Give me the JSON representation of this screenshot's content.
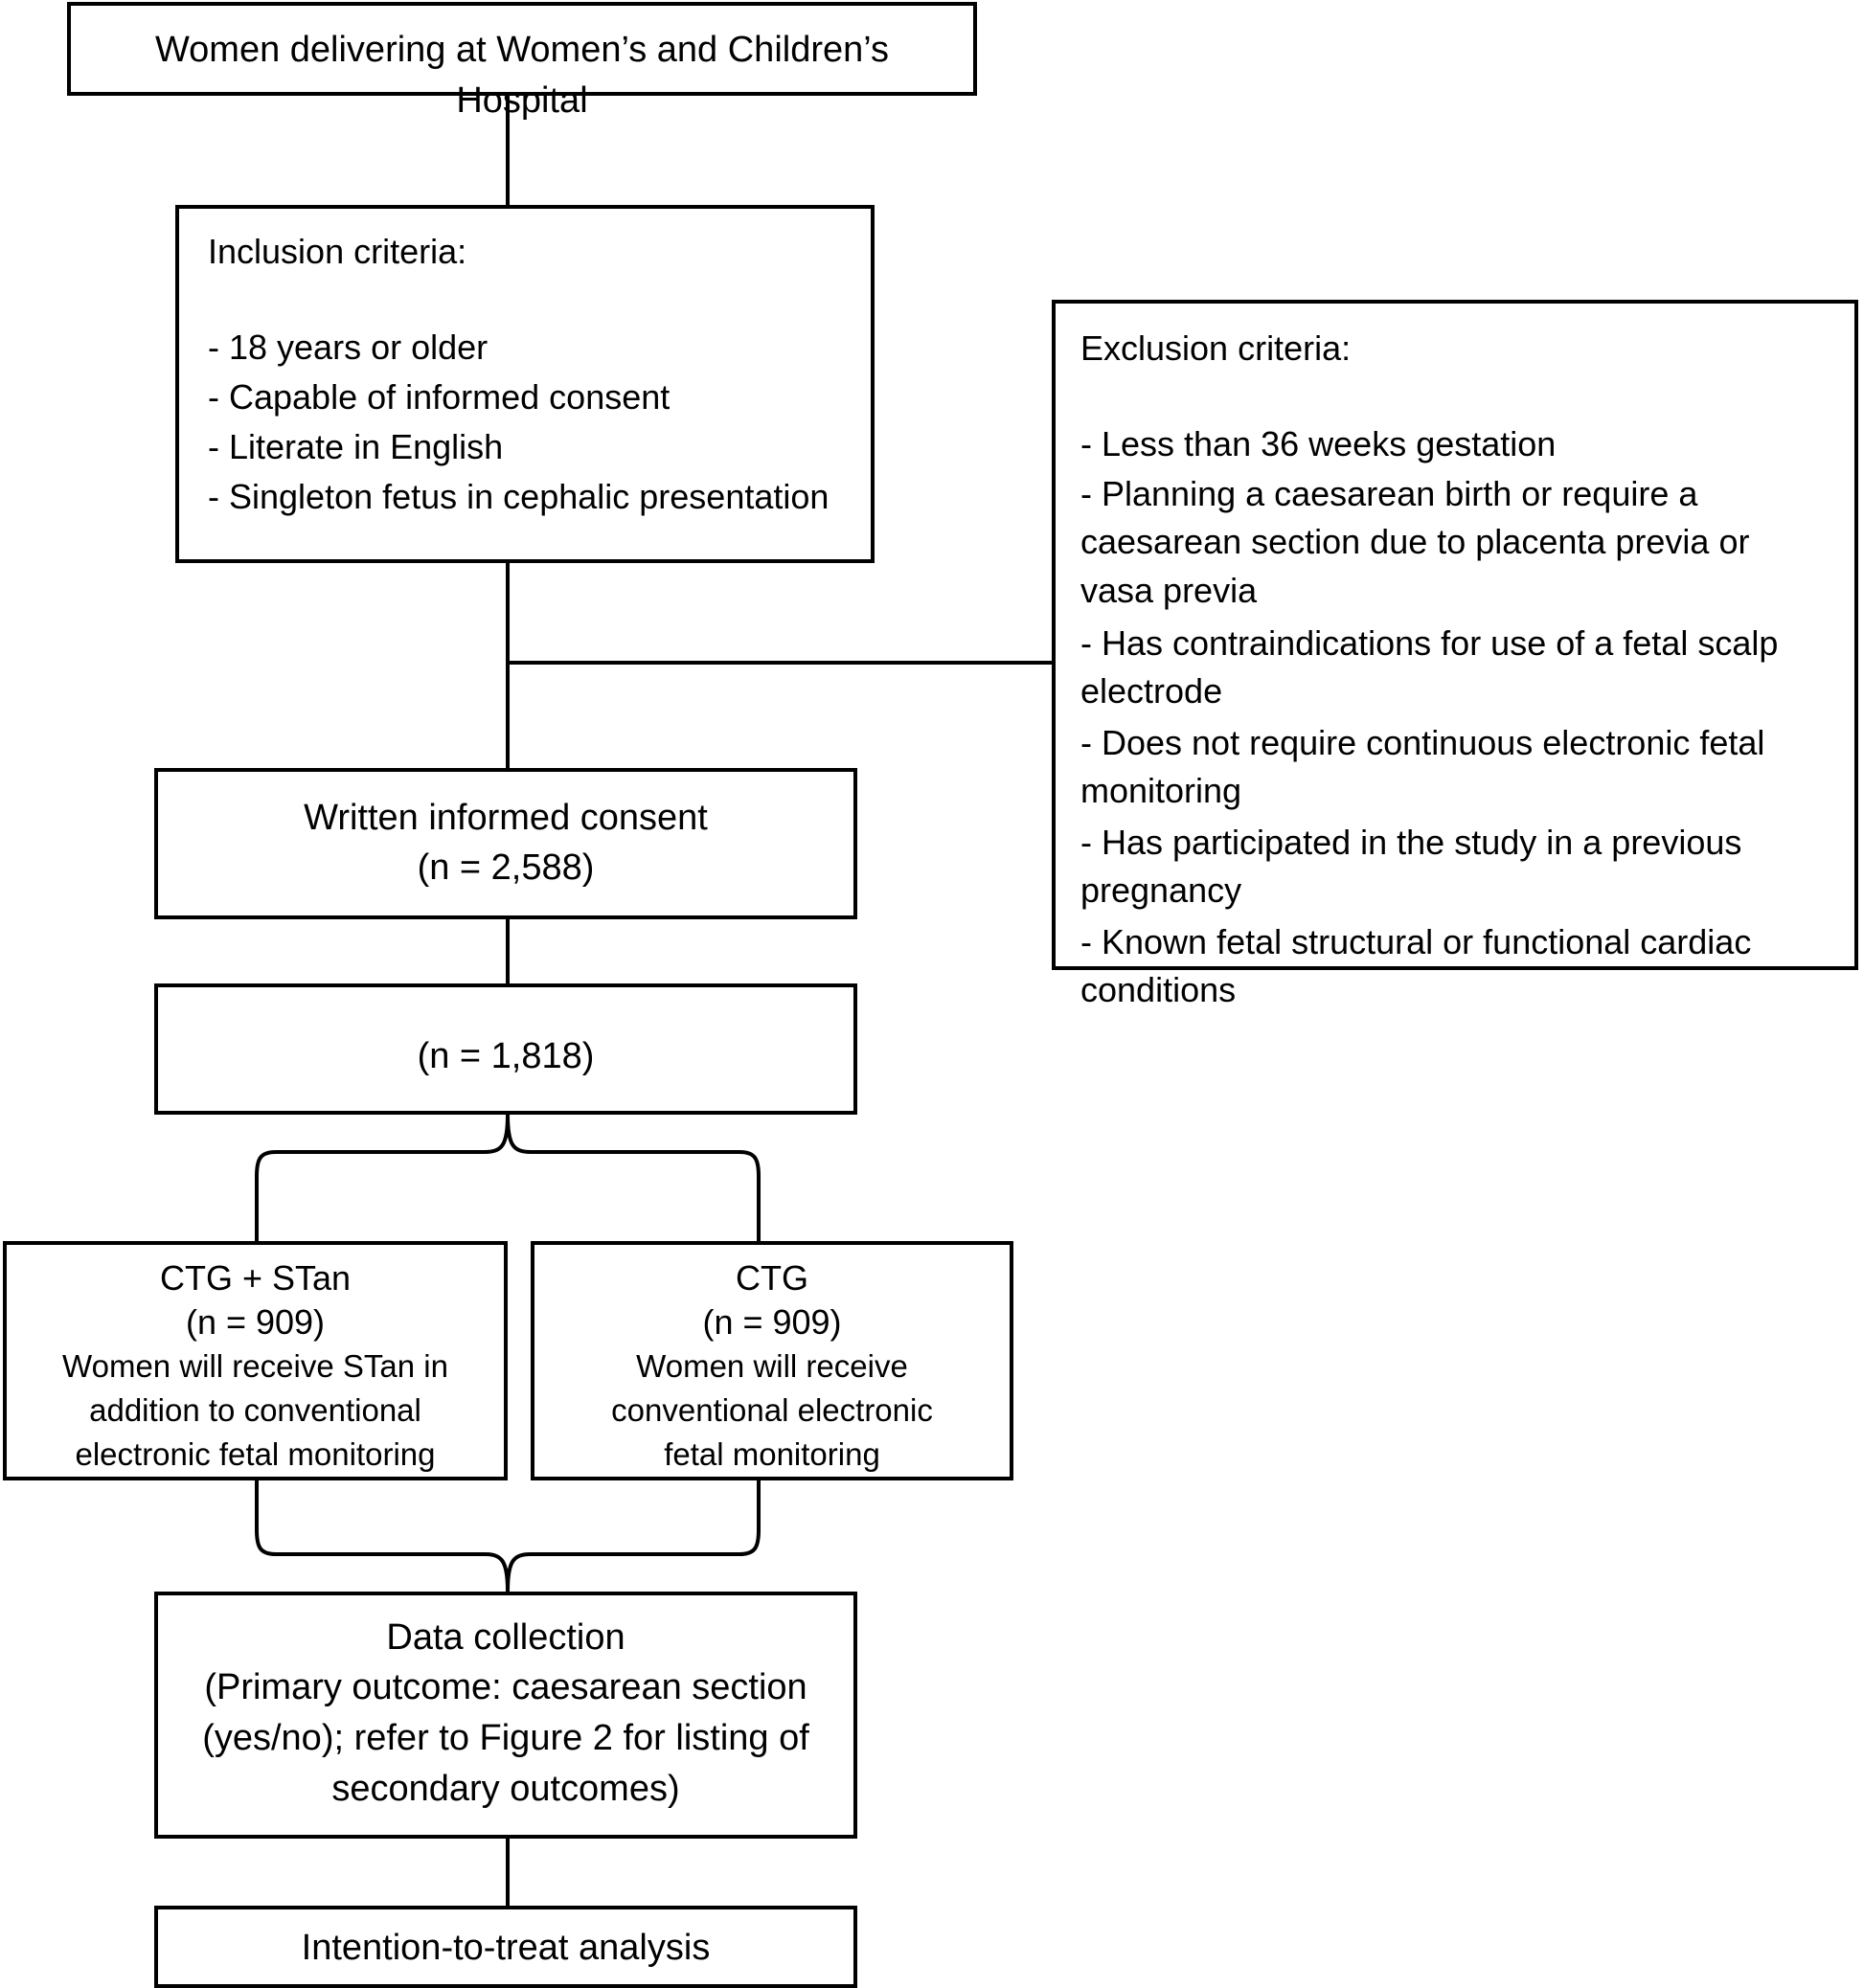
{
  "figure": {
    "type": "flowchart",
    "title": "Study flow diagram"
  },
  "nodes": {
    "source_population": {
      "label": "Women delivering at Women’s and Children’s Hospital"
    },
    "inclusion": {
      "heading": "Inclusion criteria:",
      "items": [
        "- 18 years or older",
        "- Capable of informed consent",
        "- Literate in English",
        "- Singleton fetus in cephalic presentation"
      ]
    },
    "exclusion": {
      "heading": "Exclusion criteria:",
      "items": [
        "- Less than 36 weeks gestation",
        "- Planning a caesarean birth or require a caesarean section due to placenta previa or vasa previa",
        "- Has contraindications for use of a fetal scalp electrode",
        "- Does not require continuous electronic fetal monitoring",
        "- Has participated in the study in a previous pregnancy",
        "- Known fetal structural or functional cardiac conditions"
      ]
    },
    "consent": {
      "line1": "Written informed consent",
      "line2": "(n = 2,588)"
    },
    "randomised": {
      "line1": "(n = 1,818)"
    },
    "arm_intervention": {
      "line1": "CTG + STan",
      "line2": "(n = 909)",
      "line3": "Women will receive STan in addition to conventional electronic fetal monitoring"
    },
    "arm_control": {
      "line1": "CTG",
      "line2": "(n = 909)",
      "line3": "Women will receive conventional electronic fetal monitoring"
    },
    "data_collection": {
      "line1": "Data collection",
      "line2": "(Primary outcome: caesarean section (yes/no); refer to Figure 2 for listing of secondary outcomes)"
    },
    "analysis": {
      "line1": "Intention-to-treat analysis"
    }
  },
  "style": {
    "stroke": "#000000",
    "background": "#ffffff",
    "text": "#000000"
  }
}
